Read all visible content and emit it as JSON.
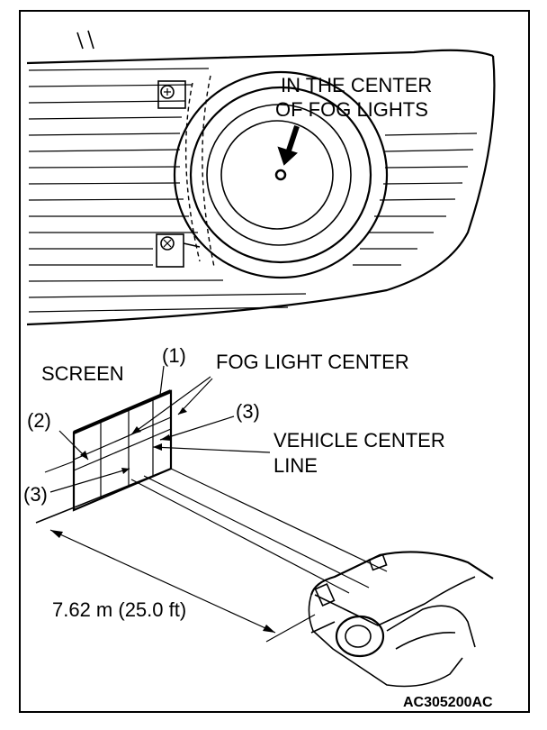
{
  "labels": {
    "center_line1": "IN THE CENTER",
    "center_line2": "OF FOG LIGHTS",
    "ref1": "(1)",
    "fog_light_center": "FOG LIGHT CENTER",
    "screen": "SCREEN",
    "ref2": "(2)",
    "ref3_right": "(3)",
    "vehicle_center_line1": "VEHICLE CENTER",
    "vehicle_center_line2": "LINE",
    "ref3_left": "(3)",
    "distance": "7.62 m (25.0 ft)",
    "figure_code": "AC305200AC"
  }
}
